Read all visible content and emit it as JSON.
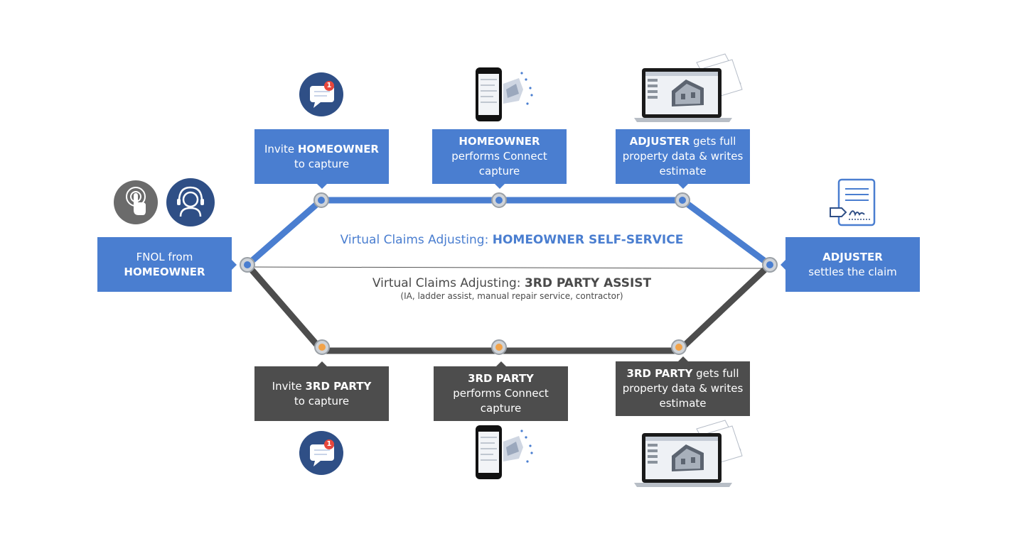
{
  "fnol_box": {
    "line1": "FNOL from",
    "line2_bold": "HOMEOWNER"
  },
  "adjuster_settle_box": {
    "line1_bold": "ADJUSTER",
    "line2": "settles the claim"
  },
  "homeowner_path": {
    "label_prefix": "Virtual Claims Adjusting: ",
    "label_bold": "HOMEOWNER SELF-SERVICE",
    "color": "#4a7ed0",
    "steps": [
      {
        "pre": "Invite ",
        "bold": "HOMEOWNER",
        "post": "",
        "line2": "to capture",
        "line3": ""
      },
      {
        "pre": "",
        "bold": "HOMEOWNER",
        "post": "",
        "line2": "performs Connect",
        "line3": "capture"
      },
      {
        "pre": "",
        "bold": "ADJUSTER",
        "post": " gets full",
        "line2": "property data & writes",
        "line3": "estimate"
      }
    ]
  },
  "third_party_path": {
    "label_prefix": "Virtual Claims Adjusting: ",
    "label_bold": "3RD PARTY ASSIST",
    "sublabel": "(IA, ladder assist, manual repair service, contractor)",
    "color": "#4d4d4d",
    "steps": [
      {
        "pre": "Invite ",
        "bold": "3RD PARTY",
        "post": "",
        "line2": "to capture",
        "line3": ""
      },
      {
        "pre": "",
        "bold": "3RD PARTY",
        "post": "",
        "line2": "performs Connect",
        "line3": "capture"
      },
      {
        "pre": "",
        "bold": "3RD PARTY",
        "post": " gets full",
        "line2": "property data & writes",
        "line3": "estimate"
      }
    ]
  },
  "icons": {
    "notification_badge": "1",
    "names": [
      "touch-icon",
      "headset-agent-icon",
      "chat-notification-icon",
      "smartphone-capture-icon",
      "laptop-3d-house-icon",
      "signed-document-icon"
    ]
  },
  "colors": {
    "accent_blue": "#4a7ed0",
    "dark_gray": "#4d4d4d",
    "node_orange": "#f2a34a",
    "node_blue": "#4a7ed0",
    "icon_navy": "#2f4f86"
  }
}
